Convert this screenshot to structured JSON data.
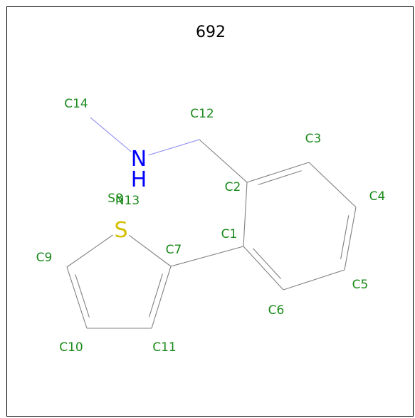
{
  "title": "692",
  "colors": {
    "carbon_label": "#1a8a1a",
    "bond": "#808080",
    "nitrogen": "#0000ff",
    "sulfur": "#d4c000",
    "title": "#000000"
  },
  "atoms": [
    {
      "id": "C1",
      "label": "C1"
    },
    {
      "id": "C2",
      "label": "C2"
    },
    {
      "id": "C3",
      "label": "C3"
    },
    {
      "id": "C4",
      "label": "C4"
    },
    {
      "id": "C5",
      "label": "C5"
    },
    {
      "id": "C6",
      "label": "C6"
    },
    {
      "id": "C7",
      "label": "C7"
    },
    {
      "id": "S8",
      "label": "S8",
      "symbol": "S"
    },
    {
      "id": "C9",
      "label": "C9"
    },
    {
      "id": "C10",
      "label": "C10"
    },
    {
      "id": "C11",
      "label": "C11"
    },
    {
      "id": "C12",
      "label": "C12"
    },
    {
      "id": "N13",
      "label": "N13",
      "symbol": "N",
      "hydrogen": "H"
    },
    {
      "id": "C14",
      "label": "C14"
    }
  ],
  "bonds": [
    {
      "a": "C1",
      "b": "C2",
      "order": 1
    },
    {
      "a": "C2",
      "b": "C3",
      "order": 2
    },
    {
      "a": "C3",
      "b": "C4",
      "order": 1
    },
    {
      "a": "C4",
      "b": "C5",
      "order": 2
    },
    {
      "a": "C5",
      "b": "C6",
      "order": 1
    },
    {
      "a": "C6",
      "b": "C1",
      "order": 2
    },
    {
      "a": "C1",
      "b": "C7",
      "order": 1
    },
    {
      "a": "C7",
      "b": "S8",
      "order": 1
    },
    {
      "a": "S8",
      "b": "C9",
      "order": 1
    },
    {
      "a": "C9",
      "b": "C10",
      "order": 2
    },
    {
      "a": "C10",
      "b": "C11",
      "order": 1
    },
    {
      "a": "C11",
      "b": "C7",
      "order": 2
    },
    {
      "a": "C2",
      "b": "C12",
      "order": 1
    },
    {
      "a": "C12",
      "b": "N13",
      "order": 1
    },
    {
      "a": "N13",
      "b": "C14",
      "order": 1
    }
  ]
}
